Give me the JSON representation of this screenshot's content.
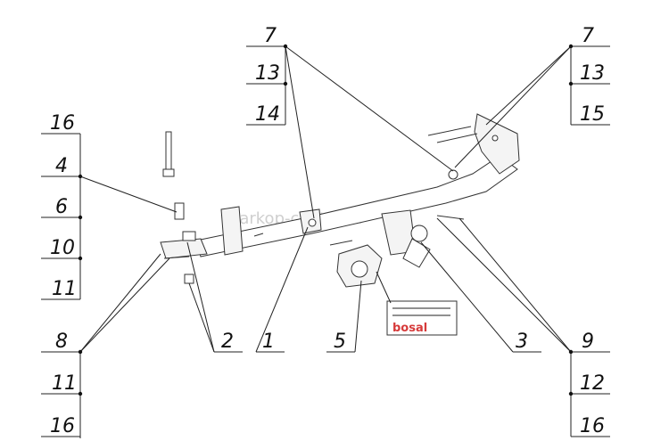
{
  "watermark": "farkop-center.ru",
  "label_brand": "bosal",
  "callouts": {
    "left_stack": [
      "16",
      "4",
      "6",
      "10",
      "11"
    ],
    "left_bottom_stack": [
      "8",
      "11",
      "16"
    ],
    "center_top_stack": [
      "7",
      "13",
      "14"
    ],
    "right_top_stack": [
      "7",
      "13",
      "15"
    ],
    "right_bottom_stack": [
      "9",
      "12",
      "16"
    ],
    "bottom_row": [
      "2",
      "1",
      "5",
      "3"
    ]
  },
  "colors": {
    "brand_red": "#d63a3a",
    "line": "#222222"
  }
}
